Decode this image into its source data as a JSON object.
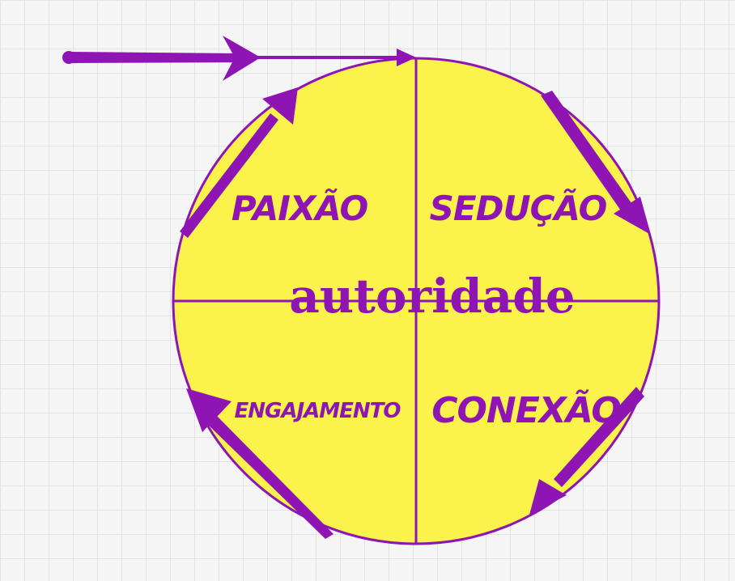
{
  "diagram": {
    "center_label": "autoridade",
    "quadrants": {
      "top_left": "PAIXÃO",
      "top_right": "SEDUÇÃO",
      "bottom_left": "ENGAJAMENTO",
      "bottom_right": "CONEXÃO"
    },
    "colors": {
      "circle_fill": "#fbf34c",
      "accent": "#8e14b4",
      "background": "#f5f5f5",
      "grid": "#e3e3e3"
    },
    "flow_direction": "clockwise"
  }
}
